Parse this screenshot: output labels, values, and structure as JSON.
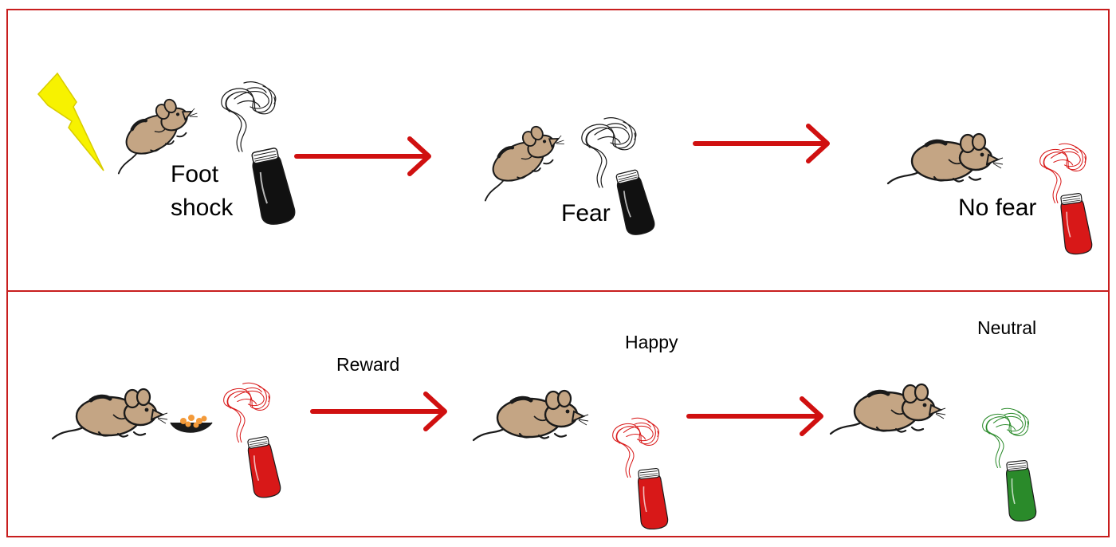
{
  "colors": {
    "frame": "#c81e1e",
    "arrow": "#d01010",
    "mouse_body": "#c4a584",
    "mouse_dark": "#1a1a1a",
    "bolt": "#f7f200",
    "bolt_stroke": "#d8cc00",
    "bottle_black": "#111111",
    "bottle_red": "#d81818",
    "bottle_green": "#2a8a2a",
    "food": "#f39a3a"
  },
  "panels": [
    {
      "name": "fear-conditioning-panel",
      "stages": [
        {
          "name": "training",
          "label_lines": [
            "Foot",
            "shock"
          ],
          "icons": [
            "lightning-bolt-icon",
            "mouse-icon",
            "black-odor-bottle-icon"
          ]
        },
        {
          "name": "test-conditioned",
          "label_lines": [
            "Fear"
          ],
          "icons": [
            "mouse-icon",
            "black-odor-bottle-icon"
          ]
        },
        {
          "name": "test-novel",
          "label_lines": [
            "No fear"
          ],
          "icons": [
            "mouse-icon",
            "red-odor-bottle-icon"
          ]
        }
      ]
    },
    {
      "name": "reward-conditioning-panel",
      "stages": [
        {
          "name": "training",
          "label_lines": [],
          "icons": [
            "mouse-icon",
            "food-pellets-icon",
            "red-odor-bottle-icon"
          ]
        },
        {
          "name": "transition-1",
          "label_lines": [
            "Reward"
          ],
          "icons": [
            "arrow-icon"
          ]
        },
        {
          "name": "test-conditioned",
          "label_lines": [
            "Happy"
          ],
          "icons": [
            "mouse-icon",
            "red-odor-bottle-icon"
          ]
        },
        {
          "name": "test-novel",
          "label_lines": [
            "Neutral"
          ],
          "icons": [
            "mouse-icon",
            "green-odor-bottle-icon"
          ]
        }
      ]
    }
  ]
}
